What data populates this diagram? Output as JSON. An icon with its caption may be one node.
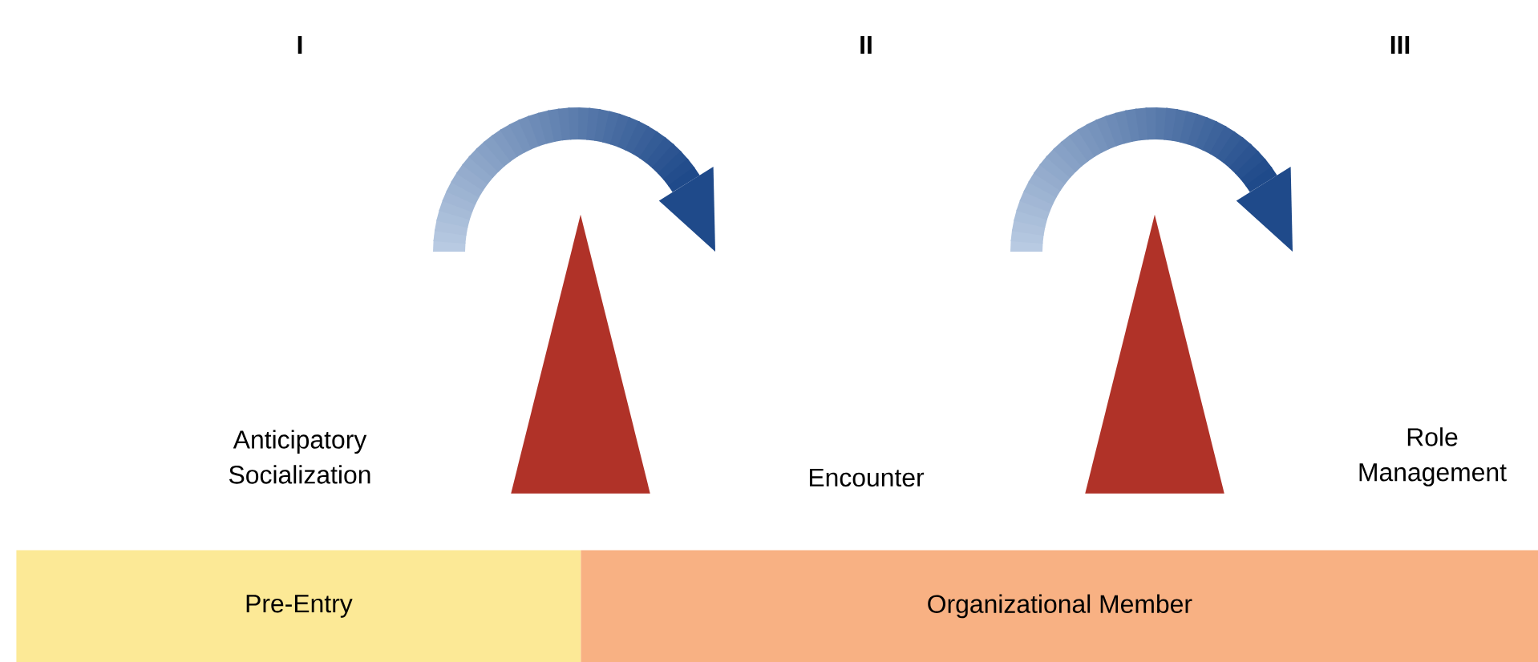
{
  "diagram": {
    "nodes": [
      {
        "text": [
          "Pre-Entry"
        ]
      },
      {
        "text": [
          "Organizational Member"
        ]
      },
      {
        "text": [],
        "shape": "triangle"
      },
      {
        "text": [],
        "shape": "triangle"
      }
    ],
    "labels": [
      "I",
      "II",
      "III",
      "Anticipatory Socialization",
      "Encounter",
      "Role Management"
    ]
  }
}
